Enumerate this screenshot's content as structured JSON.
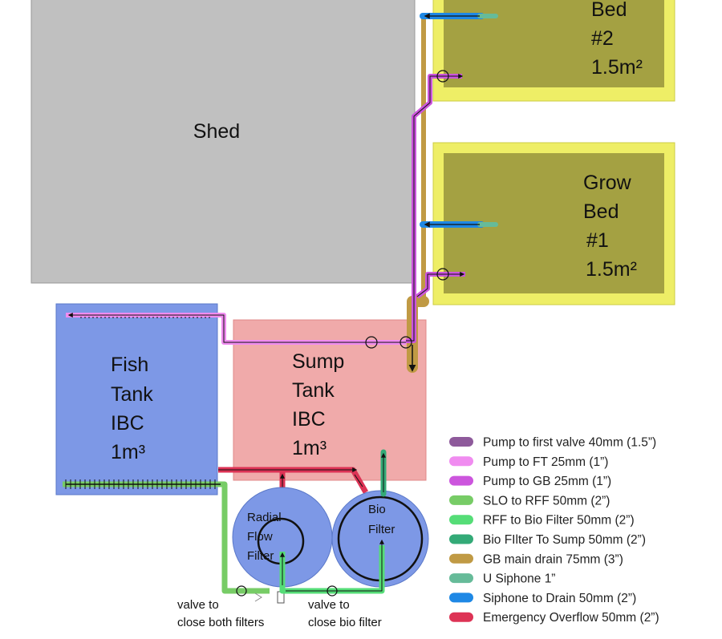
{
  "shed": {
    "label": "Shed"
  },
  "grow_bed_2": {
    "lines": [
      "Bed",
      "#2",
      "1.5m²"
    ]
  },
  "grow_bed_1": {
    "lines": [
      "Grow",
      "Bed",
      "#1",
      "1.5m²"
    ]
  },
  "fish_tank": {
    "lines": [
      "Fish",
      "Tank",
      "IBC",
      "1m³"
    ]
  },
  "sump_tank": {
    "lines": [
      "Sump",
      "Tank",
      "IBC",
      "1m³"
    ]
  },
  "radial_filter": {
    "lines": [
      "Radial",
      "Flow",
      "Filter"
    ]
  },
  "bio_filter": {
    "lines": [
      "Bio",
      "Filter"
    ]
  },
  "valve_notes": {
    "both": [
      "valve to",
      "close both filters"
    ],
    "bio": [
      "valve to",
      "close bio filter"
    ]
  },
  "legend": [
    {
      "label": "Pump to first valve 40mm (1.5”)",
      "color": "#8e5a9b"
    },
    {
      "label": "Pump to FT 25mm (1”)",
      "color": "#f08cf0"
    },
    {
      "label": "Pump to GB 25mm (1”)",
      "color": "#cc55dd"
    },
    {
      "label": "SLO to RFF 50mm (2”)",
      "color": "#77cc66"
    },
    {
      "label": "RFF to Bio Filter 50mm (2”)",
      "color": "#55dd77"
    },
    {
      "label": "Bio FIlter To Sump 50mm (2”)",
      "color": "#33aa77"
    },
    {
      "label": "GB main drain 75mm (3”)",
      "color": "#c09a44"
    },
    {
      "label": "U Siphone 1”",
      "color": "#66bb99"
    },
    {
      "label": "Siphone to Drain 50mm (2”)",
      "color": "#1e88e5"
    },
    {
      "label": "Emergency Overflow 50mm (2”)",
      "color": "#dd3355"
    }
  ]
}
